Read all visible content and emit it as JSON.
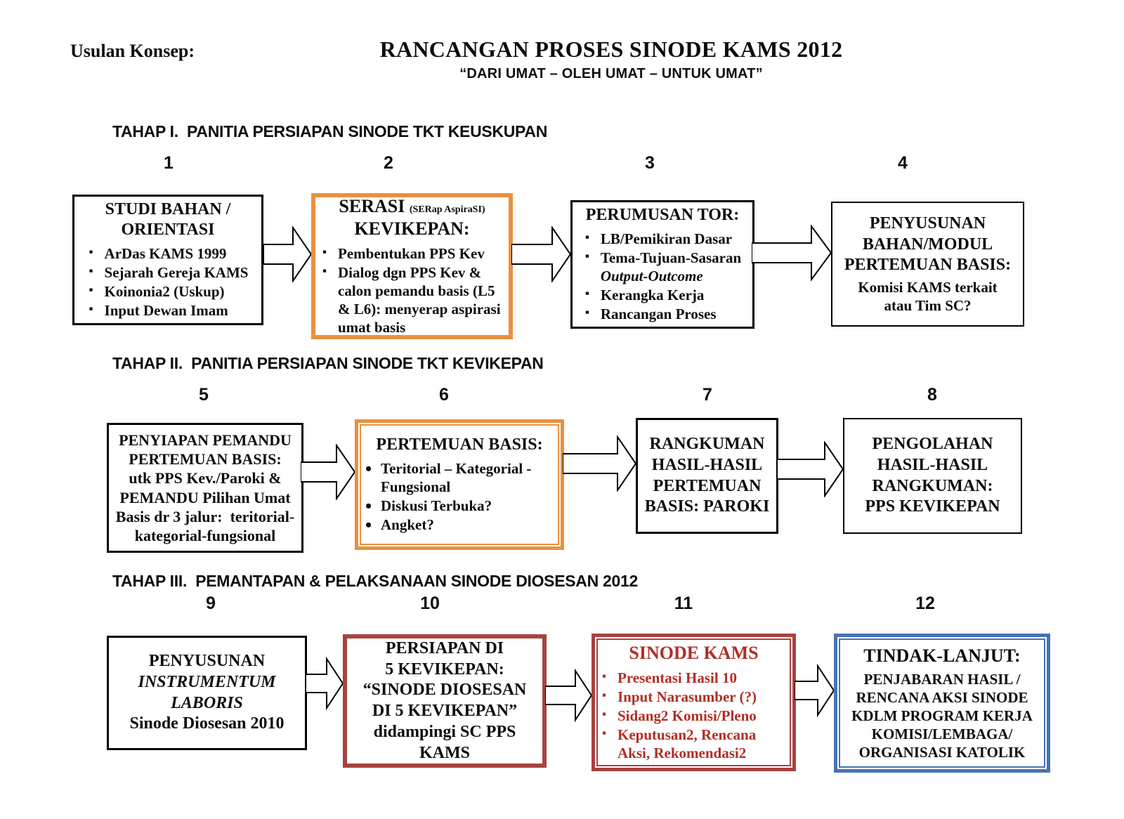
{
  "header": {
    "label": "Usulan Konsep:",
    "title": "RANCANGAN PROSES SINODE KAMS 2012",
    "subtitle": "“DARI UMAT – OLEH UMAT – UNTUK UMAT”"
  },
  "colors": {
    "orange": "#E8913E",
    "dark_red": "#A8423F",
    "red_text": "#B02E26",
    "blue": "#4674B5"
  },
  "stages": [
    {
      "heading": "TAHAP I.  PANITIA PERSIAPAN SINODE TKT KEUSKUPAN",
      "boxes": [
        {
          "number": "1",
          "title": "STUDI BAHAN /\nORIENTASI",
          "bullets": [
            "ArDas KAMS 1999",
            "Sejarah Gereja KAMS",
            "Koinonia2 (Uskup)",
            "Input Dewan Imam"
          ]
        },
        {
          "number": "2",
          "title_main": "SERASI",
          "title_note": "(SERap AspiraSI)",
          "title_line2": "KEVIKEPAN:",
          "bullets": [
            "Pembentukan PPS Kev",
            "Dialog dgn PPS Kev & calon pemandu basis (L5 & L6): menyerap aspirasi  umat basis"
          ]
        },
        {
          "number": "3",
          "title": "PERUMUSAN TOR:",
          "bullets": [
            "LB/Pemikiran Dasar",
            {
              "text": "Tema-Tujuan-Sasaran",
              "sub_italic": "Output-Outcome"
            },
            "Kerangka Kerja",
            "Rancangan Proses"
          ]
        },
        {
          "number": "4",
          "title": "PENYUSUNAN\nBAHAN/MODUL\nPERTEMUAN BASIS:",
          "body": "Komisi KAMS terkait\natau Tim SC?"
        }
      ]
    },
    {
      "heading": "TAHAP II.  PANITIA PERSIAPAN SINODE TKT KEVIKEPAN",
      "boxes": [
        {
          "number": "5",
          "body": "PENYIAPAN PEMANDU\nPERTEMUAN BASIS:\nutk PPS Kev./Paroki &\nPEMANDU Pilihan Umat\nBasis dr 3 jalur:  teritorial-\nkategorial-fungsional"
        },
        {
          "number": "6",
          "title": "PERTEMUAN BASIS:",
          "bullets": [
            "Teritorial – Kategorial - Fungsional",
            "Diskusi Terbuka?",
            "Angket?"
          ]
        },
        {
          "number": "7",
          "title": "RANGKUMAN\nHASIL-HASIL\nPERTEMUAN\nBASIS: PAROKI"
        },
        {
          "number": "8",
          "title": "PENGOLAHAN\nHASIL-HASIL\nRANGKUMAN:\nPPS KEVIKEPAN"
        }
      ]
    },
    {
      "heading": "TAHAP III.  PEMANTAPAN & PELAKSANAAN SINODE DIOSESAN 2012",
      "boxes": [
        {
          "number": "9",
          "title": "PENYUSUNAN",
          "italic": "INSTRUMENTUM\nLABORIS",
          "body": "Sinode Diosesan 2010"
        },
        {
          "number": "10",
          "title": "PERSIAPAN DI\n5 KEVIKEPAN:\n“SINODE DIOSESAN\nDI 5 KEVIKEPAN”\ndidampingi SC PPS KAMS"
        },
        {
          "number": "11",
          "title": "SINODE KAMS",
          "bullets": [
            "Presentasi Hasil 10",
            "Input Narasumber (?)",
            "Sidang2 Komisi/Pleno",
            "Keputusan2, Rencana Aksi, Rekomendasi2"
          ]
        },
        {
          "number": "12",
          "title": "TINDAK-LANJUT:",
          "body": "PENJABARAN HASIL /\nRENCANA AKSI SINODE\nKDLM PROGRAM KERJA\nKOMISI/LEMBAGA/\nORGANISASI KATOLIK"
        }
      ]
    }
  ]
}
